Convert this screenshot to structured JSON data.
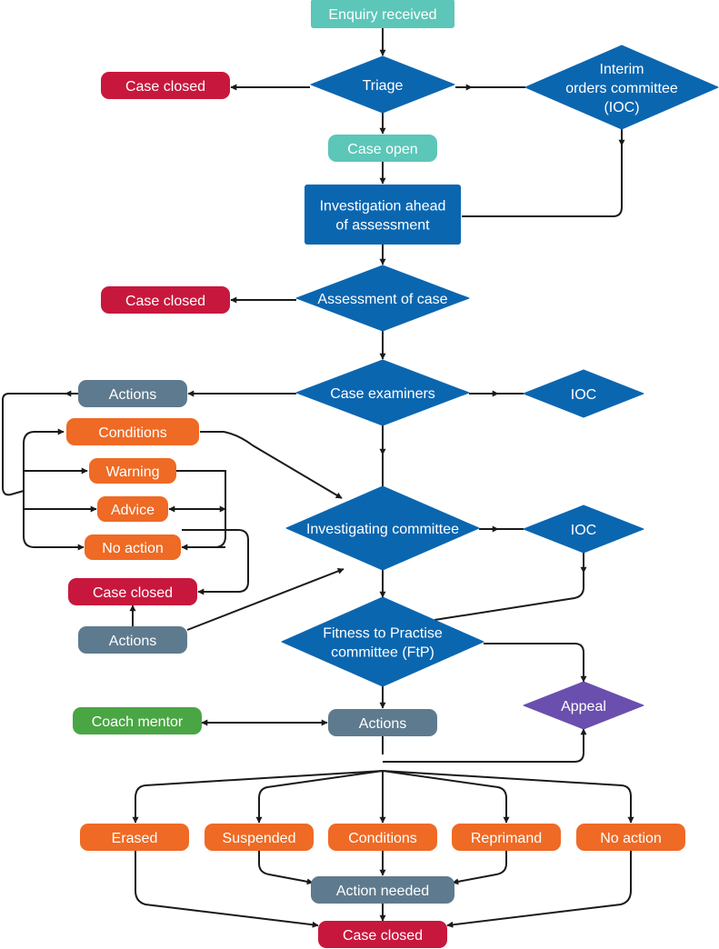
{
  "colors": {
    "teal": "#5cc6b8",
    "blue": "#0b66b0",
    "red": "#c8173d",
    "orange": "#ef6a24",
    "slate": "#5e7a8e",
    "green": "#4aa644",
    "purple": "#6a4fae",
    "line": "#1a1a1a"
  },
  "nodes": [
    {
      "id": "enquiry",
      "text": "Enquiry received",
      "shape": "rect",
      "color": "teal"
    },
    {
      "id": "triage",
      "text": "Triage",
      "shape": "diamond",
      "color": "blue"
    },
    {
      "id": "closed_1",
      "text": "Case closed",
      "shape": "pill",
      "color": "red"
    },
    {
      "id": "ioc_1",
      "text": "Interim orders committee (IOC)",
      "shape": "diamond",
      "color": "blue"
    },
    {
      "id": "case_open",
      "text": "Case open",
      "shape": "pill",
      "color": "teal"
    },
    {
      "id": "investigation",
      "text": "Investigation ahead of assessment",
      "shape": "rect",
      "color": "blue"
    },
    {
      "id": "assessment",
      "text": "Assessment of case",
      "shape": "diamond",
      "color": "blue"
    },
    {
      "id": "closed_2",
      "text": "Case closed",
      "shape": "pill",
      "color": "red"
    },
    {
      "id": "examiners",
      "text": "Case examiners",
      "shape": "diamond",
      "color": "blue"
    },
    {
      "id": "actions_1",
      "text": "Actions",
      "shape": "pill",
      "color": "slate"
    },
    {
      "id": "ioc_2",
      "text": "IOC",
      "shape": "diamond",
      "color": "blue"
    },
    {
      "id": "conditions_1",
      "text": "Conditions",
      "shape": "pill",
      "color": "orange"
    },
    {
      "id": "warning",
      "text": "Warning",
      "shape": "pill",
      "color": "orange"
    },
    {
      "id": "advice",
      "text": "Advice",
      "shape": "pill",
      "color": "orange"
    },
    {
      "id": "no_action_1",
      "text": "No action",
      "shape": "pill",
      "color": "orange"
    },
    {
      "id": "inv_committee",
      "text": "Investigating committee",
      "shape": "diamond",
      "color": "blue"
    },
    {
      "id": "ioc_3",
      "text": "IOC",
      "shape": "diamond",
      "color": "blue"
    },
    {
      "id": "closed_3",
      "text": "Case closed",
      "shape": "pill",
      "color": "red"
    },
    {
      "id": "actions_2",
      "text": "Actions",
      "shape": "pill",
      "color": "slate"
    },
    {
      "id": "ftp",
      "text": "Fitness to Practise committee (FtP)",
      "shape": "diamond",
      "color": "blue"
    },
    {
      "id": "appeal",
      "text": "Appeal",
      "shape": "diamond",
      "color": "purple"
    },
    {
      "id": "coach",
      "text": "Coach mentor",
      "shape": "pill",
      "color": "green"
    },
    {
      "id": "actions_3",
      "text": "Actions",
      "shape": "pill",
      "color": "slate"
    },
    {
      "id": "erased",
      "text": "Erased",
      "shape": "pill",
      "color": "orange"
    },
    {
      "id": "suspended",
      "text": "Suspended",
      "shape": "pill",
      "color": "orange"
    },
    {
      "id": "conditions_2",
      "text": "Conditions",
      "shape": "pill",
      "color": "orange"
    },
    {
      "id": "reprimand",
      "text": "Reprimand",
      "shape": "pill",
      "color": "orange"
    },
    {
      "id": "no_action_2",
      "text": "No action",
      "shape": "pill",
      "color": "orange"
    },
    {
      "id": "action_needed",
      "text": "Action needed",
      "shape": "pill",
      "color": "slate"
    },
    {
      "id": "closed_4",
      "text": "Case closed",
      "shape": "pill",
      "color": "red"
    }
  ],
  "edges": [
    {
      "from": "enquiry",
      "to": "triage"
    },
    {
      "from": "triage",
      "to": "closed_1"
    },
    {
      "from": "triage",
      "to": "ioc_1"
    },
    {
      "from": "triage",
      "to": "case_open"
    },
    {
      "from": "case_open",
      "to": "investigation"
    },
    {
      "from": "ioc_1",
      "to": "investigation"
    },
    {
      "from": "investigation",
      "to": "assessment"
    },
    {
      "from": "assessment",
      "to": "closed_2"
    },
    {
      "from": "assessment",
      "to": "examiners"
    },
    {
      "from": "examiners",
      "to": "actions_1"
    },
    {
      "from": "examiners",
      "to": "ioc_2"
    },
    {
      "from": "examiners",
      "to": "inv_committee"
    },
    {
      "from": "actions_1",
      "to": "conditions_1"
    },
    {
      "from": "actions_1",
      "to": "warning"
    },
    {
      "from": "actions_1",
      "to": "advice"
    },
    {
      "from": "actions_1",
      "to": "no_action_1"
    },
    {
      "from": "conditions_1",
      "to": "inv_committee"
    },
    {
      "from": "warning",
      "to": "closed_3"
    },
    {
      "from": "advice",
      "to": "closed_3"
    },
    {
      "from": "no_action_1",
      "to": "closed_3"
    },
    {
      "from": "inv_committee",
      "to": "ioc_3"
    },
    {
      "from": "inv_committee",
      "to": "ftp"
    },
    {
      "from": "actions_2",
      "to": "closed_3"
    },
    {
      "from": "actions_2",
      "to": "inv_committee"
    },
    {
      "from": "ioc_3",
      "to": "ftp"
    },
    {
      "from": "ftp",
      "to": "appeal"
    },
    {
      "from": "ftp",
      "to": "actions_3"
    },
    {
      "from": "coach",
      "to": "actions_3"
    },
    {
      "from": "actions_3",
      "to": "coach"
    },
    {
      "from": "actions_3",
      "to": "appeal"
    },
    {
      "from": "actions_3",
      "to": "erased"
    },
    {
      "from": "actions_3",
      "to": "suspended"
    },
    {
      "from": "actions_3",
      "to": "conditions_2"
    },
    {
      "from": "actions_3",
      "to": "reprimand"
    },
    {
      "from": "actions_3",
      "to": "no_action_2"
    },
    {
      "from": "suspended",
      "to": "action_needed"
    },
    {
      "from": "conditions_2",
      "to": "action_needed"
    },
    {
      "from": "reprimand",
      "to": "action_needed"
    },
    {
      "from": "erased",
      "to": "closed_4"
    },
    {
      "from": "action_needed",
      "to": "closed_4"
    },
    {
      "from": "no_action_2",
      "to": "closed_4"
    }
  ]
}
